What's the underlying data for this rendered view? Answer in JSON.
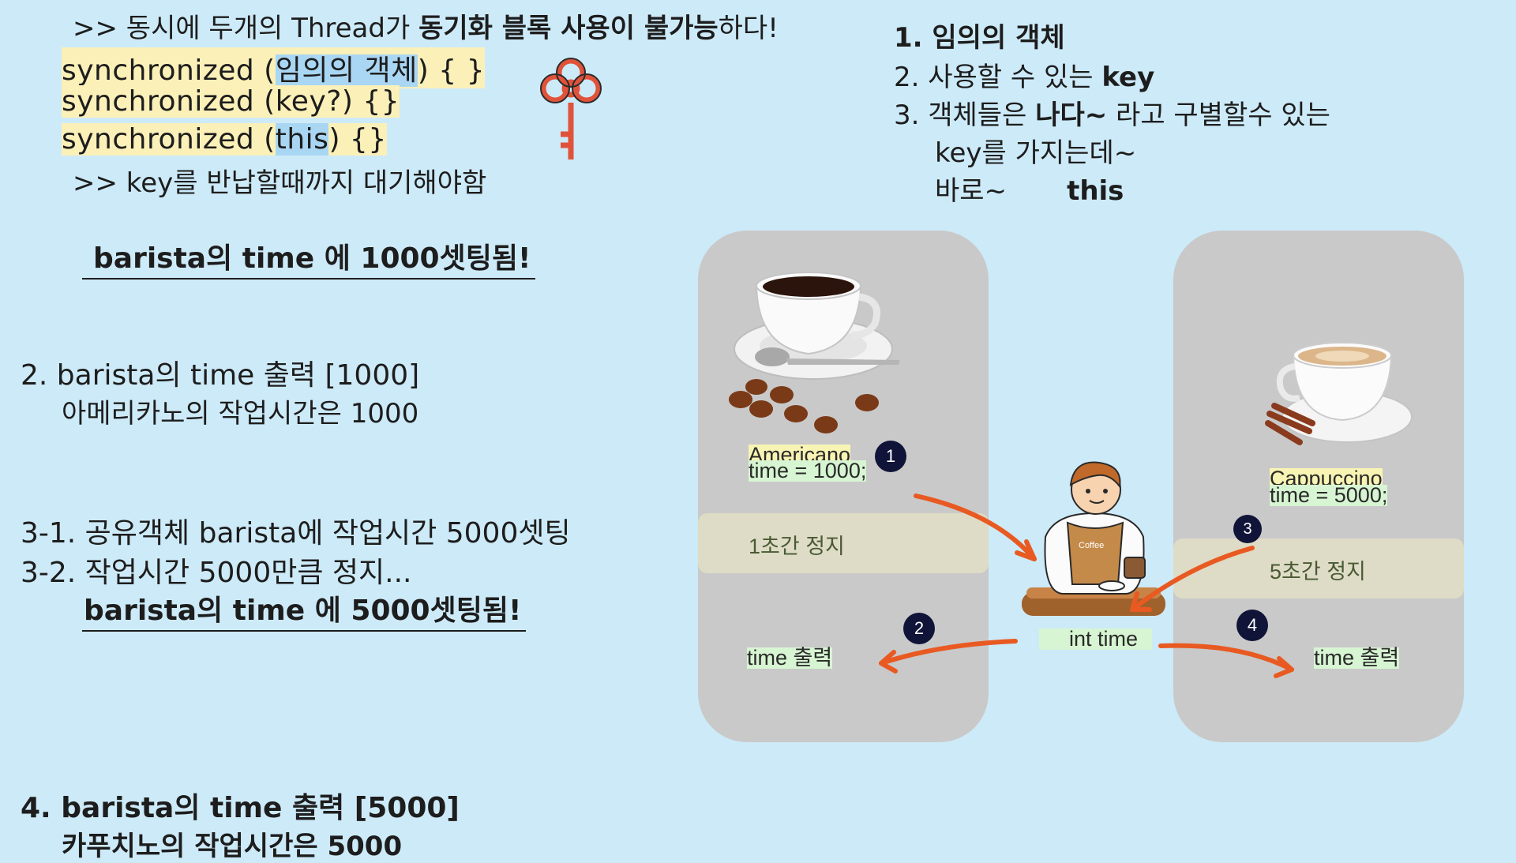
{
  "left": {
    "line1_prefix": ">> 동시에 두개의 Thread가 ",
    "line1_bold": "동기화 블록 사용이 불가능",
    "line1_suffix": "하다!",
    "sync1_a": "synchronized (",
    "sync1_b": "임의의 객체",
    "sync1_c": ")  { }",
    "sync2": "synchronized (key?) {}",
    "sync3_a": "synchronized (",
    "sync3_b": "this",
    "sync3_c": ") {}",
    "wait_line": ">> key를  반납할때까지 대기해야함",
    "set1000": "barista의 time 에 1000셋팅됨!",
    "step2_title": "2. barista의 time 출력 [1000]",
    "step2_sub": "아메리카노의 작업시간은 1000",
    "step31": "3-1. 공유객체 barista에 작업시간 5000셋팅",
    "step32": "3-2. 작업시간 5000만큼  정지...",
    "set5000": "barista의 time 에 5000셋팅됨!",
    "step4_title": "4. barista의 time 출력 [5000]",
    "step4_sub": "카푸치노의 작업시간은 5000"
  },
  "right_notes": {
    "n1": "1. 임의의 객체",
    "n2_a": "2. 사용할 수 있는 ",
    "n2_b": "key",
    "n3_a": "3. 객체들은 ",
    "n3_b": "나다~",
    "n3_c": " 라고 구별할수 있는",
    "n3_d": "key를 가지는데~",
    "n3_e": "바로~",
    "n3_f": "this"
  },
  "diagram": {
    "americano_name": "Americano",
    "americano_time": "time = 1000;",
    "pause1": "1초간 정지",
    "print1": "time 출력",
    "cappuccino_name": "Cappuccino",
    "cappuccino_time": "time = 5000;",
    "pause5": "5초간 정지",
    "print2": "time 출력",
    "int_time": "int  time",
    "apron_text": "Coffee",
    "badge1": "1",
    "badge2": "2",
    "badge3": "3",
    "badge4": "4"
  },
  "colors": {
    "background": "#cdeaf8",
    "panel": "#c9c9c9",
    "arrow": "#e85a22",
    "key": "#e0533a",
    "badge": "#0f1438"
  }
}
